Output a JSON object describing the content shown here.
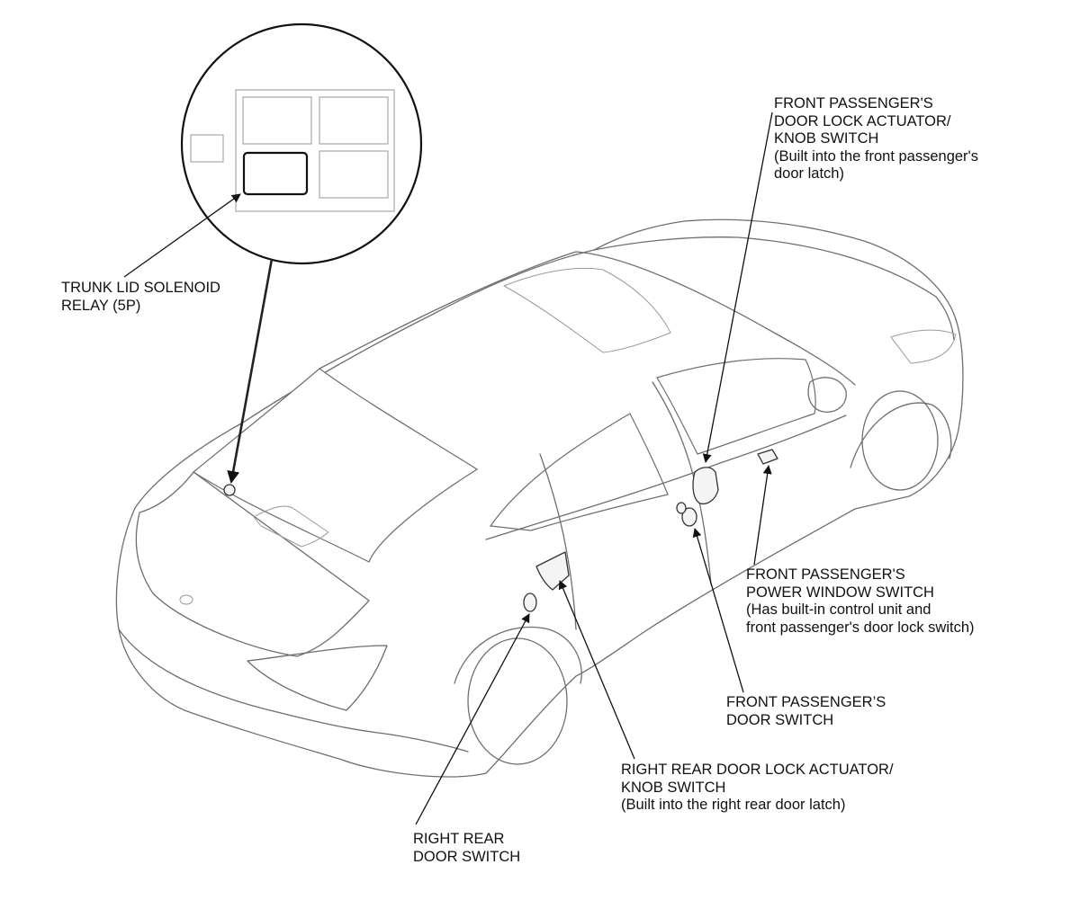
{
  "callouts": {
    "trunk_relay": [
      "TRUNK LID SOLENOID",
      "RELAY (5P)"
    ],
    "fp_lock_actuator": [
      "FRONT PASSENGER'S",
      "DOOR LOCK ACTUATOR/",
      "KNOB SWITCH",
      "(Built into the front passenger's",
      "door latch)"
    ],
    "fp_window_switch": [
      "FRONT PASSENGER'S",
      "POWER WINDOW SWITCH",
      "(Has built-in control unit and",
      "front passenger's door lock switch)"
    ],
    "fp_door_switch": [
      "FRONT PASSENGER’S",
      "DOOR SWITCH"
    ],
    "rr_lock_actuator": [
      "RIGHT REAR DOOR LOCK ACTUATOR/",
      "KNOB SWITCH",
      "(Built into the right rear door latch)"
    ],
    "rr_door_switch": [
      "RIGHT REAR",
      "DOOR SWITCH"
    ]
  },
  "colors": {
    "ink": "#111111",
    "car_outline": "#6e6e6e",
    "background": "#ffffff"
  }
}
